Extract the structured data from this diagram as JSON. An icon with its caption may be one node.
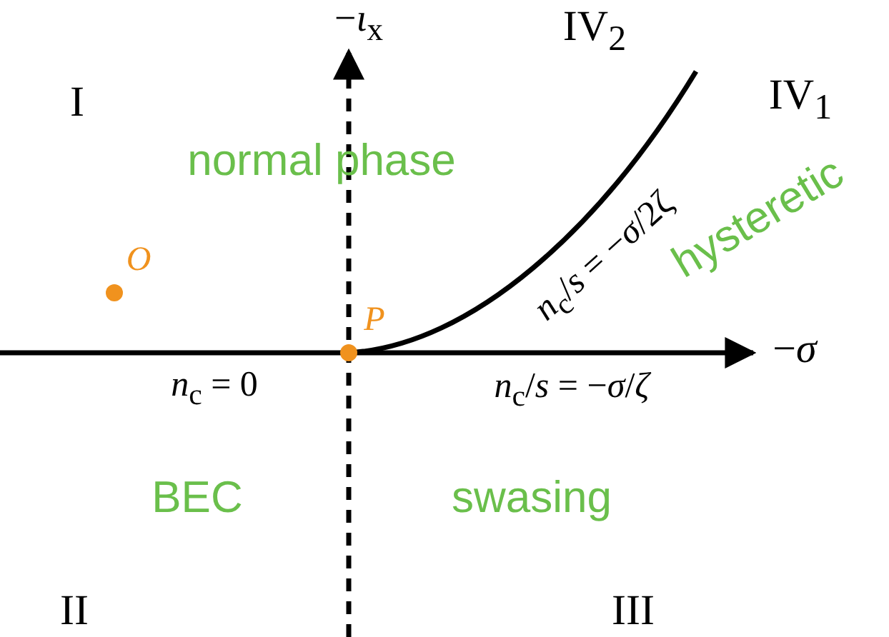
{
  "diagram": {
    "labels": [
      "−*ι*$_{x}$",
      "IV$_{2}$",
      "I",
      "IV$_{1}$",
      "normal phase",
      "*n*$_{c}$/*s* = −*σ*/2ζ",
      "hysteretic",
      "*O*",
      "*P*",
      "−*σ*",
      "*n*$_{c}$ = 0",
      "*n*$_{c}$/*s* = −*σ*/*ζ*",
      "BEC",
      "swasing",
      "II",
      "III"
    ]
  }
}
